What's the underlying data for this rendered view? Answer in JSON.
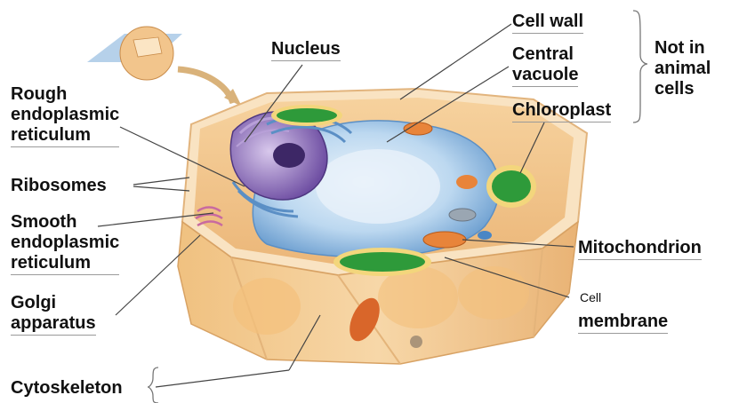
{
  "diagram": {
    "labels": {
      "nucleus": "Nucleus",
      "rough_er": "Rough\nendoplasmic\nreticulum",
      "ribosomes": "Ribosomes",
      "smooth_er": "Smooth\nendoplasmic\nreticulum",
      "golgi": "Golgi\napparatus",
      "cytoskeleton": "Cytoskeleton",
      "cell_wall": "Cell wall",
      "central_vacuole": "Central\nvacuole",
      "chloroplast": "Chloroplast",
      "not_in_animal": "Not in\nanimal\ncells",
      "mitochondrion": "Mitochondrion",
      "cell_small": "Cell",
      "membrane": "membrane"
    },
    "colors": {
      "cell_body": "#f3c48a",
      "cell_wall": "#f7dcb2",
      "nucleus": "#8a6bb5",
      "vacuole": "#bcd8f0",
      "chloroplast": "#2e9a3a",
      "mitochondrion": "#e8843a",
      "leader": "#444444"
    }
  }
}
